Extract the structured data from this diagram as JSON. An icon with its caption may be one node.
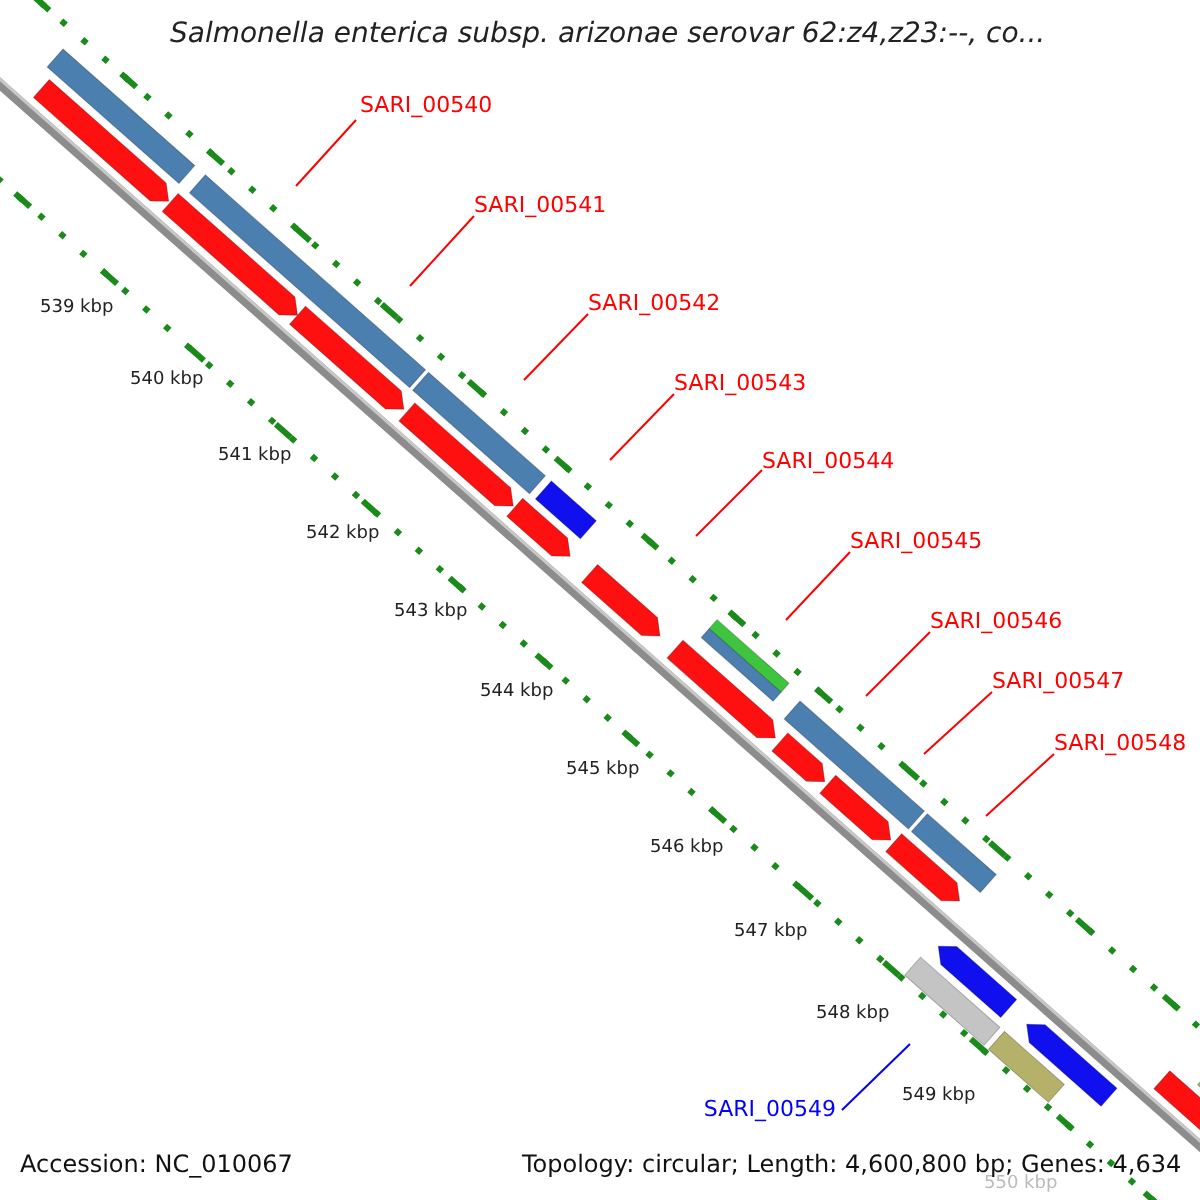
{
  "diagram": {
    "title": "Salmonella enterica subsp. arizonae serovar 62:z4,z23:--, co...",
    "nodes": [
      {
        "text": [
          "SARI_00540"
        ]
      },
      {
        "text": [
          "SARI_00541"
        ]
      },
      {
        "text": [
          "SARI_00542"
        ]
      },
      {
        "text": [
          "SARI_00543"
        ]
      },
      {
        "text": [
          "SARI_00544"
        ]
      },
      {
        "text": [
          "SARI_00545"
        ]
      },
      {
        "text": [
          "SARI_00546"
        ]
      },
      {
        "text": [
          "SARI_00547"
        ]
      },
      {
        "text": [
          "SARI_00548"
        ]
      },
      {
        "text": [
          "SARI_00549"
        ]
      }
    ],
    "edges": [
      {
        "from": 0,
        "to": null,
        "arrow": "none"
      },
      {
        "from": 1,
        "to": null,
        "arrow": "none"
      },
      {
        "from": 2,
        "to": null,
        "arrow": "none"
      },
      {
        "from": 3,
        "to": null,
        "arrow": "none"
      },
      {
        "from": 4,
        "to": null,
        "arrow": "none"
      },
      {
        "from": 5,
        "to": null,
        "arrow": "none"
      },
      {
        "from": 6,
        "to": null,
        "arrow": "none"
      },
      {
        "from": 7,
        "to": null,
        "arrow": "none"
      },
      {
        "from": 8,
        "to": null,
        "arrow": "none"
      },
      {
        "from": 9,
        "to": null,
        "arrow": "none",
        "color": "#0000ff"
      }
    ],
    "labels": [
      "539 kbp",
      "540 kbp",
      "541 kbp",
      "542 kbp",
      "543 kbp",
      "544 kbp",
      "545 kbp",
      "546 kbp",
      "547 kbp",
      "548 kbp",
      "549 kbp",
      "550 kbp",
      "Accession: NC_010067",
      "Topology: circular; Length: 4,600,800 bp; Genes: 4,634"
    ]
  }
}
